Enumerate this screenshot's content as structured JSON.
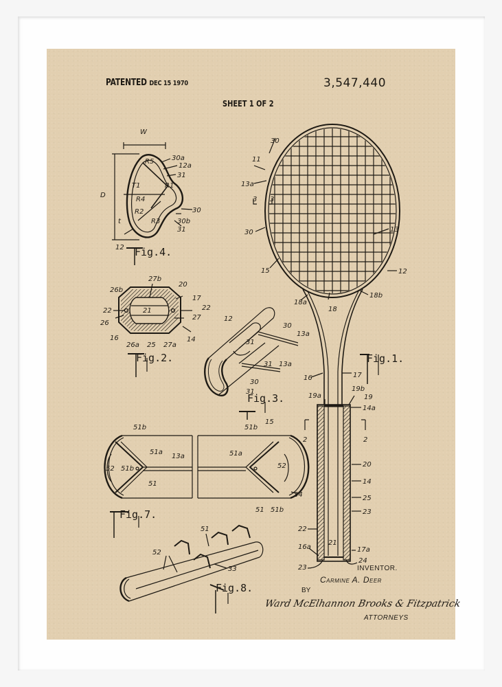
{
  "poster": {
    "header": {
      "patented_label": "PATENTED",
      "patent_date": "DEC 15 1970",
      "patent_number": "3,547,440",
      "sheet": "SHEET 1 OF 2"
    },
    "figures": [
      {
        "id": "fig1",
        "label": "Fig.1.",
        "subject": "tennis racket, full view with handle cross-section"
      },
      {
        "id": "fig2",
        "label": "Fig.2.",
        "subject": "handle cross-section"
      },
      {
        "id": "fig3",
        "label": "Fig.3.",
        "subject": "frame section with string anchors"
      },
      {
        "id": "fig4",
        "label": "Fig.4.",
        "subject": "frame profile with dimensions"
      },
      {
        "id": "fig7",
        "label": "Fig.7.",
        "subject": "frame insert sections"
      },
      {
        "id": "fig8",
        "label": "Fig.8.",
        "subject": "string anchor strip"
      }
    ],
    "reference_numerals": {
      "fig1": [
        "30",
        "11",
        "13a",
        "3",
        "3",
        "30",
        "13",
        "15",
        "12",
        "18a",
        "18",
        "18b",
        "16",
        "17",
        "19a",
        "19b",
        "19",
        "14a",
        "2",
        "2",
        "20",
        "14",
        "25",
        "23",
        "22",
        "16a",
        "21",
        "17a",
        "24",
        "23"
      ],
      "fig2": [
        "27b",
        "20",
        "26b",
        "17",
        "22",
        "22",
        "21",
        "27",
        "26",
        "16",
        "14",
        "26a",
        "25",
        "27a"
      ],
      "fig3": [
        "12",
        "30",
        "13a",
        "31",
        "31",
        "13a",
        "30",
        "31"
      ],
      "fig4": [
        "W",
        "D",
        "30a",
        "12a",
        "31",
        "R5",
        "T1",
        "R1",
        "R4",
        "30",
        "R2",
        "R3",
        "30b",
        "t",
        "31",
        "12"
      ],
      "fig7": [
        "51b",
        "51a",
        "13a",
        "52",
        "51b",
        "51",
        "51b",
        "15",
        "51a",
        "52",
        "34",
        "51",
        "51b"
      ],
      "fig8": [
        "51",
        "52",
        "33"
      ]
    },
    "signature_block": {
      "inventor_label": "INVENTOR.",
      "inventor_name": "Carmine A. Deer",
      "by_label": "BY",
      "attorney_signature": "Ward McElhannon Brooks & Fitzpatrick",
      "attorneys_label": "ATTORNEYS"
    },
    "colors": {
      "paper": "#e2cfb0",
      "ink": "#1e1a14",
      "frame": "#f6f6f6",
      "mat": "#fefefe"
    }
  }
}
